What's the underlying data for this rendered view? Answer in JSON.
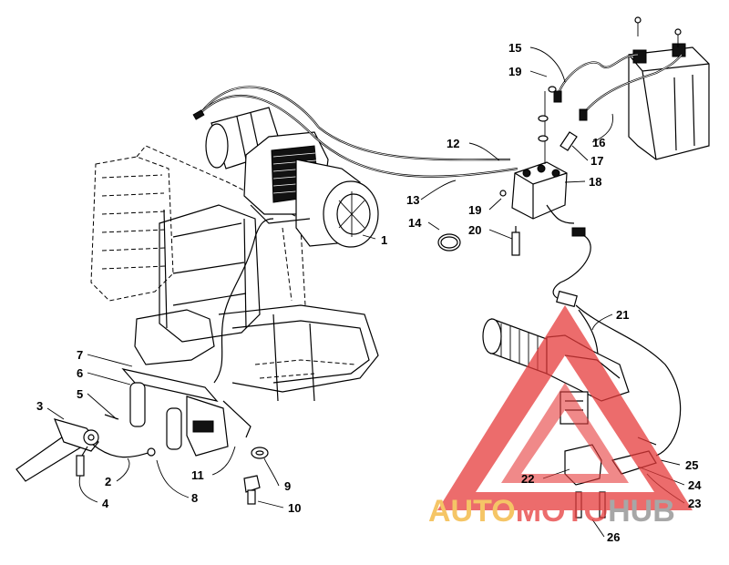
{
  "diagram": {
    "labels": [
      {
        "num": "1"
      },
      {
        "num": "2"
      },
      {
        "num": "3"
      },
      {
        "num": "4"
      },
      {
        "num": "5"
      },
      {
        "num": "6"
      },
      {
        "num": "7"
      },
      {
        "num": "8"
      },
      {
        "num": "9"
      },
      {
        "num": "10"
      },
      {
        "num": "11"
      },
      {
        "num": "12"
      },
      {
        "num": "13"
      },
      {
        "num": "14"
      },
      {
        "num": "15"
      },
      {
        "num": "16"
      },
      {
        "num": "17"
      },
      {
        "num": "18"
      },
      {
        "num": "19"
      },
      {
        "num": "19"
      },
      {
        "num": "20"
      },
      {
        "num": "21"
      },
      {
        "num": "22"
      },
      {
        "num": "23"
      },
      {
        "num": "24"
      },
      {
        "num": "25"
      },
      {
        "num": "26"
      }
    ]
  },
  "watermark": {
    "text_auto": "AUTO",
    "text_moto": "MOTO",
    "text_hub": "HUB",
    "color_red": "#e63b3b",
    "color_yellow": "#f2b233",
    "color_grey": "#8a8a8a"
  }
}
